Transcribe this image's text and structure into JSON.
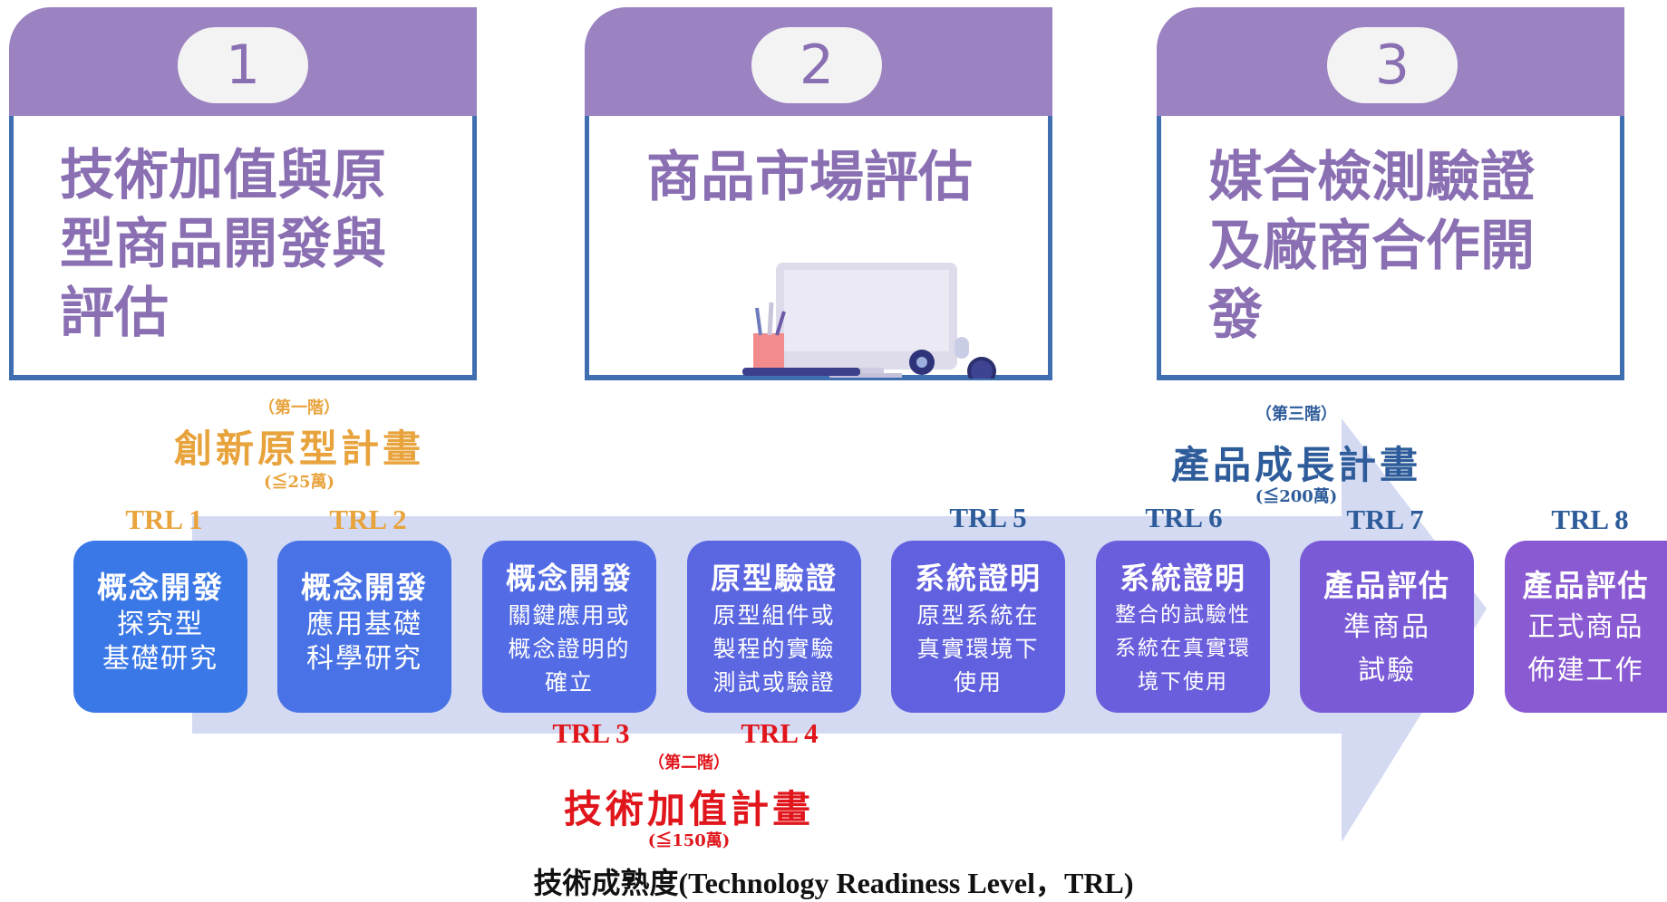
{
  "cards": [
    {
      "number": "1",
      "lines": [
        "技術加值與原",
        "型商品開發與",
        "評估"
      ]
    },
    {
      "number": "2",
      "lines": [
        "商品市場評估"
      ]
    },
    {
      "number": "3",
      "lines": [
        "媒合檢測驗證",
        "及廠商合作開",
        "發"
      ]
    }
  ],
  "plans": [
    {
      "stage": "（第一階）",
      "title": "創新原型計畫",
      "limit": "(≦25萬)",
      "color": "#e8a33c"
    },
    {
      "stage": "（第二階）",
      "title": "技術加值計畫",
      "limit": "(≦150萬)",
      "color": "#e0161c"
    },
    {
      "stage": "（第三階）",
      "title": "產品成長計畫",
      "limit": "(≦200萬)",
      "color": "#2e5c9a"
    }
  ],
  "trl": [
    {
      "label": "TRL 1",
      "title": "概念開發",
      "desc": "探究型\n基礎研究",
      "color": "#3b78e7"
    },
    {
      "label": "TRL 2",
      "title": "概念開發",
      "desc": "應用基礎\n科學研究",
      "color": "#4872e5"
    },
    {
      "label": "TRL 3",
      "title": "概念開發",
      "desc": "關鍵應用或\n概念證明的\n確立",
      "color": "#536be4"
    },
    {
      "label": "TRL 4",
      "title": "原型驗證",
      "desc": "原型組件或\n製程的實驗\n測試或驗證",
      "color": "#5b66e1"
    },
    {
      "label": "TRL 5",
      "title": "系統證明",
      "desc": "原型系統在\n真實環境下\n使用",
      "color": "#6161df"
    },
    {
      "label": "TRL 6",
      "title": "系統證明",
      "desc": "整合的試驗性\n系統在真實環\n境下使用",
      "color": "#6b5edc"
    },
    {
      "label": "TRL 7",
      "title": "產品評估",
      "desc": "準商品\n試驗",
      "color": "#7a5ad6"
    },
    {
      "label": "TRL 8",
      "title": "產品評估",
      "desc": "正式商品\n佈建工作",
      "color": "#8a5ad2"
    }
  ],
  "footer": "技術成熟度(Technology Readiness Level，TRL)",
  "colors": {
    "header": "#9b82c0",
    "card_text": "#8a6fb3",
    "border": "#3f6fb0",
    "arrow": "#d3daf2"
  }
}
